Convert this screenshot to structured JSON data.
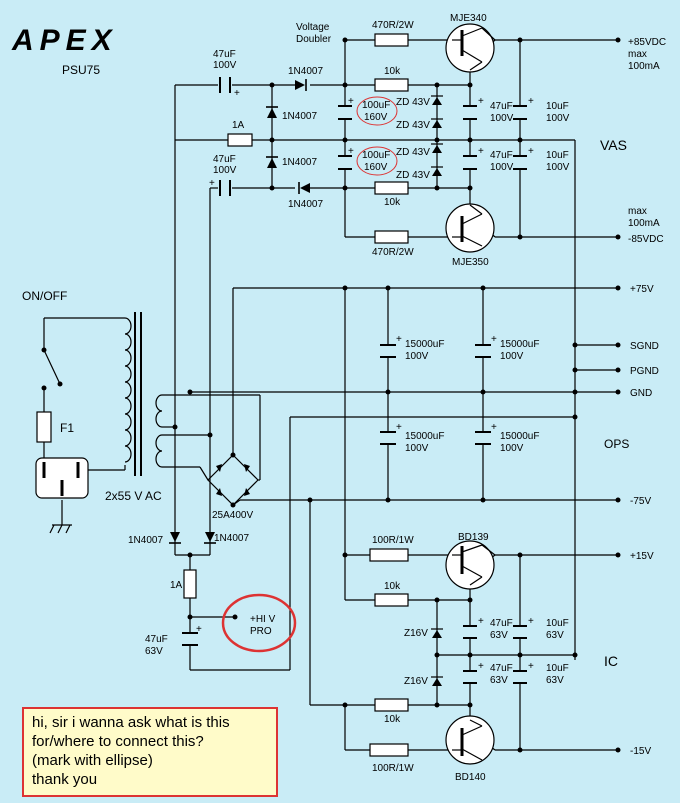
{
  "header": {
    "brand": "APEX",
    "model": "PSU75"
  },
  "labels": {
    "doubler1": "Voltage",
    "doubler2": "Doubler",
    "r_470_top": "470R/2W",
    "r_470_bot": "470R/2W",
    "r_10k_a": "10k",
    "r_10k_b": "10k",
    "r_10k_c": "10k",
    "r_10k_d": "10k",
    "r_100_top": "100R/1W",
    "r_100_bot": "100R/1W",
    "q_mje340": "MJE340",
    "q_mje350": "MJE350",
    "q_bd139": "BD139",
    "q_bd140": "BD140",
    "c47": "47uF",
    "v100": "100V",
    "v63": "63V",
    "c10": "10uF",
    "c100u": "100uF",
    "v160": "160V",
    "c15000": "15000uF",
    "zd43": "ZD 43V",
    "z16": "Z16V",
    "d1n": "1N4007",
    "fuse1a": "1A",
    "fuse": "F1",
    "onoff": "ON/OFF",
    "ac": "2x55 V AC",
    "bridge": "25A400V",
    "hiv1": "+HI V",
    "hiv2": "PRO",
    "out_p85": "+85VDC",
    "max": "max",
    "ma100": "100mA",
    "out_m85": "-85VDC",
    "vas": "VAS",
    "ops": "OPS",
    "ic": "IC",
    "p75": "+75V",
    "sgnd": "SGND",
    "pgnd": "PGND",
    "gnd": "GND",
    "m75": "-75V",
    "p15": "+15V",
    "m15": "-15V",
    "plus": "+"
  },
  "note": {
    "line1": "hi, sir i wanna ask what is this",
    "line2": "for/where to connect this?",
    "line3": "(mark with ellipse)",
    "line4": "thank you"
  },
  "colors": {
    "background": "#c9ecf6",
    "annotation": "#d33",
    "note_bg": "#fffbc9"
  }
}
